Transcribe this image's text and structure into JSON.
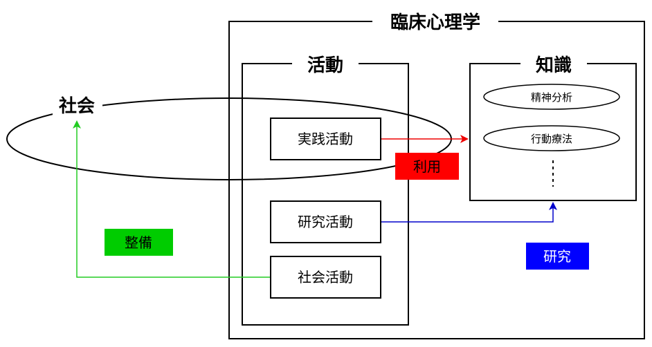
{
  "diagram": {
    "psychology_title": "臨床心理学",
    "activities_title": "活動",
    "knowledge_title": "知識",
    "society_title": "社会",
    "activities": {
      "practice": "実践活動",
      "research": "研究活動",
      "social": "社会活動"
    },
    "knowledge_items": {
      "psychoanalysis": "精神分析",
      "behavior_therapy": "行動療法",
      "ellipsis": "⋮"
    },
    "tags": {
      "use": "利用",
      "research": "研究",
      "develop": "整備"
    }
  },
  "colors": {
    "use": "#ff0000",
    "research": "#0000ff",
    "develop": "#00cc00",
    "use_line": "#ee0000",
    "research_line": "#0000cc",
    "develop_line": "#22cc22"
  }
}
